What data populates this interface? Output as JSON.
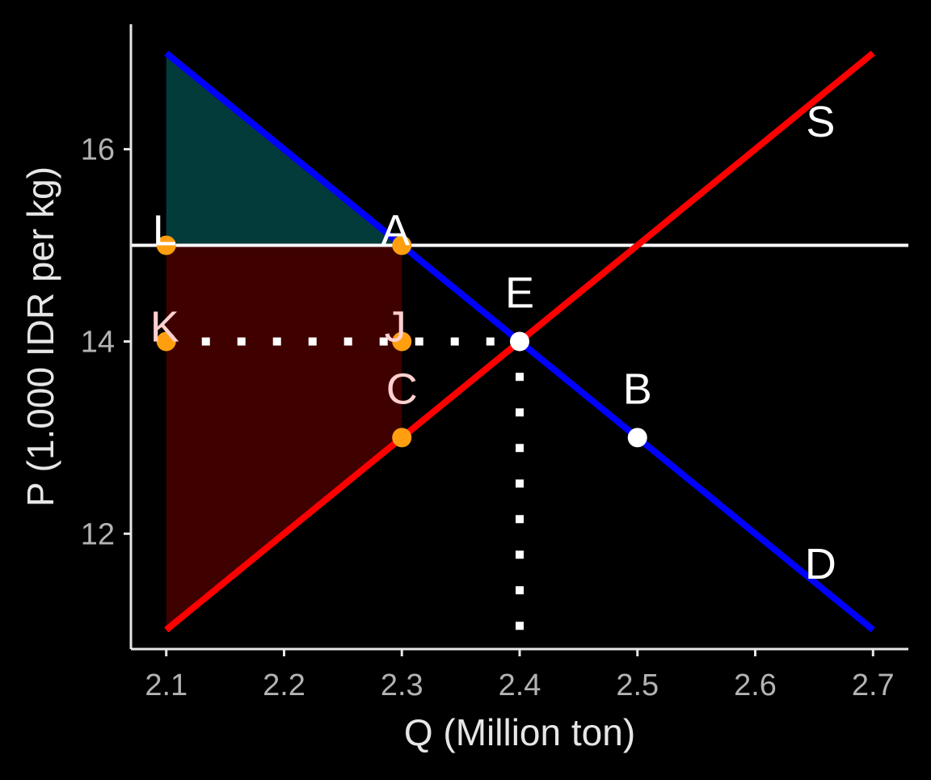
{
  "chart_data": {
    "type": "line",
    "xlabel": "Q (Million ton)",
    "ylabel": "P (1.000 IDR per kg)",
    "xlim": [
      2.07,
      2.73
    ],
    "ylim": [
      10.8,
      17.3
    ],
    "x_ticks": [
      2.1,
      2.2,
      2.3,
      2.4,
      2.5,
      2.6,
      2.7
    ],
    "x_tick_labels": [
      "2.1",
      "2.2",
      "2.3",
      "2.4",
      "2.5",
      "2.6",
      "2.7"
    ],
    "y_ticks": [
      12,
      14,
      16
    ],
    "y_tick_labels": [
      "12",
      "14",
      "16"
    ],
    "grid": false,
    "series": [
      {
        "name": "S",
        "color": "#ff0000",
        "x": [
          2.1,
          2.7
        ],
        "y": [
          11,
          17
        ]
      },
      {
        "name": "D",
        "color": "#0000ff",
        "x": [
          2.1,
          2.7
        ],
        "y": [
          17,
          11
        ]
      }
    ],
    "horizontal_line": {
      "y": 15,
      "color": "#ffffff"
    },
    "dotted_lines": [
      {
        "x": [
          2.1,
          2.4
        ],
        "y": [
          14,
          14
        ],
        "color": "#ffffff"
      },
      {
        "x": [
          2.4,
          2.4
        ],
        "y": [
          11,
          14
        ],
        "color": "#ffffff"
      }
    ],
    "areas": [
      {
        "points": [
          [
            2.1,
            17
          ],
          [
            2.3,
            15
          ],
          [
            2.1,
            15
          ]
        ],
        "color": "#033b3b"
      },
      {
        "points": [
          [
            2.1,
            15
          ],
          [
            2.3,
            15
          ],
          [
            2.3,
            13
          ],
          [
            2.1,
            11
          ]
        ],
        "color": "#3f0000"
      }
    ],
    "points": [
      {
        "label": "L",
        "x": 2.1,
        "y": 15,
        "color": "#ff9f10",
        "label_color": "#ffffff"
      },
      {
        "label": "A",
        "x": 2.3,
        "y": 15,
        "color": "#ff9f10",
        "label_color": "#ffffff"
      },
      {
        "label": "K",
        "x": 2.1,
        "y": 14,
        "color": "#ff9f10",
        "label_color": "#ffd0d0"
      },
      {
        "label": "J",
        "x": 2.3,
        "y": 14,
        "color": "#ff9f10",
        "label_color": "#ffd0d0"
      },
      {
        "label": "C",
        "x": 2.3,
        "y": 13,
        "color": "#ff9f10",
        "label_color": "#ffd0d0"
      },
      {
        "label": "E",
        "x": 2.4,
        "y": 14,
        "color": "#ffffff",
        "label_color": "#ffffff"
      },
      {
        "label": "B",
        "x": 2.5,
        "y": 13,
        "color": "#ffffff",
        "label_color": "#ffffff"
      }
    ],
    "curve_labels": [
      {
        "text": "S",
        "x": 2.65,
        "y": 16.3
      },
      {
        "text": "D",
        "x": 2.65,
        "y": 11.7
      }
    ]
  }
}
